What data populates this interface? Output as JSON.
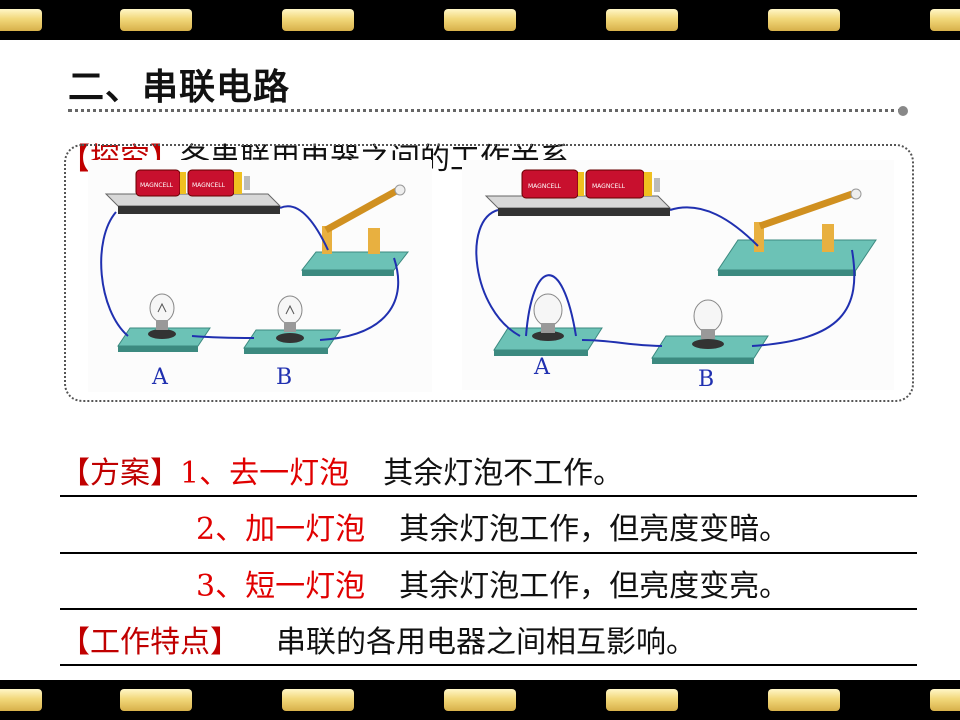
{
  "title": "二、串联电路",
  "explore": {
    "tag": "【探究】",
    "text": "各串联用电器之间的工作关系。"
  },
  "diagrams": {
    "left": {
      "label_a": "A",
      "label_b": "B",
      "battery_text": "MAGNCELL"
    },
    "right": {
      "label_a": "A",
      "label_b": "B",
      "battery_text": "MAGNCELL"
    }
  },
  "plan": {
    "tag": "【方案】",
    "rows": [
      {
        "action": "1、去一灯泡",
        "result": "其余灯泡不工作。"
      },
      {
        "action": "2、加一灯泡",
        "result": "其余灯泡工作，但亮度变暗。"
      },
      {
        "action": "3、短一灯泡",
        "result": "其余灯泡工作，但亮度变亮。"
      }
    ]
  },
  "feature": {
    "tag": "【工作特点】",
    "text": "串联的各用电器之间相互影响。"
  },
  "colors": {
    "accent_red": "#e00000",
    "tag_red": "#c00000",
    "wire_blue": "#2030b0",
    "board_teal": "#5ab4a8"
  }
}
